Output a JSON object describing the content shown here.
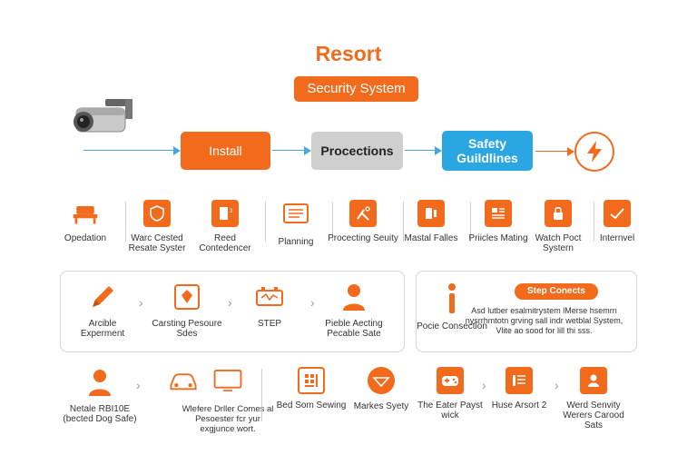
{
  "header": {
    "title": "Resort",
    "subtitle": "Security System"
  },
  "flow": [
    {
      "label": "Install"
    },
    {
      "label": "Procections"
    },
    {
      "label": "Safety Guildlines"
    }
  ],
  "row1": [
    {
      "icon": "desk-icon",
      "label": "Opedation"
    },
    {
      "icon": "shield-icon",
      "label": "Warc Cested Resate Syster"
    },
    {
      "icon": "door-icon",
      "label": "Reed Contedencer"
    },
    {
      "icon": "monitor-icon",
      "label": "Planning"
    },
    {
      "icon": "tools-icon",
      "label": "Procecting Seuity"
    },
    {
      "icon": "panel-icon",
      "label": "Mastal Falles"
    },
    {
      "icon": "document-icon",
      "label": "Priicles Mating"
    },
    {
      "icon": "lock-icon",
      "label": "Watch Poct Systern"
    },
    {
      "icon": "checkmark-icon",
      "label": "Internvel"
    }
  ],
  "panel_left": [
    {
      "icon": "pencil-icon",
      "label": "Arcible Experment"
    },
    {
      "icon": "badge-icon",
      "label": "Carsting Pesoure Sdes"
    },
    {
      "icon": "battery-icon",
      "label": "STEP"
    },
    {
      "icon": "person-icon",
      "label": "Pieble Aecting Pecable Sate"
    }
  ],
  "panel_right": {
    "icon": "info-icon",
    "label": "Pocie Consection",
    "pill": "Step Conects",
    "text": "Asd lutber esalmitrystem lMerse hsemrn nysrrhmtotn grving sall indr wetblal System, Vlite ao sood for lill thi sss."
  },
  "row3": [
    {
      "icon": "person-icon",
      "label": "Netale RBI10E (bected Dog Safe)"
    },
    {
      "icon": "car-icon",
      "label": ""
    },
    {
      "icon": "monitor-icon",
      "label": "Wlefere Drller Comes al Pesoester fcr yur exgjunce wort."
    },
    {
      "icon": "keypad-icon",
      "label": "Bed Som Sewing"
    },
    {
      "icon": "compass-icon",
      "label": "Markes Syety"
    },
    {
      "icon": "gamepad-icon",
      "label": "The Eater Payst wick"
    },
    {
      "icon": "list-icon",
      "label": "Huse Arsort 2"
    },
    {
      "icon": "id-card-icon",
      "label": "Werd Senvity Werers Carood Sats"
    }
  ],
  "colors": {
    "accent": "#f26a1b",
    "blue": "#2aa6e3",
    "grey_box": "#cfcfcf"
  }
}
